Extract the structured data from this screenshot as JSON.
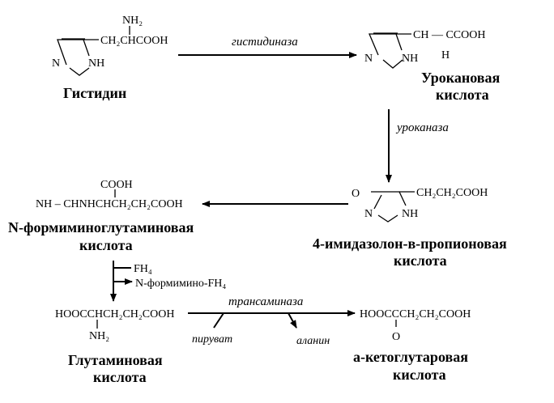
{
  "compounds": {
    "histidine": {
      "name": "Гистидин",
      "side_chain": "CH₂CHCOOH",
      "amino": "NH₂",
      "ring_n": "N",
      "ring_nh": "NH"
    },
    "urocanic": {
      "name_line1": "Урокановая",
      "name_line2": "кислота",
      "side_chain": "CH — CCOOH",
      "h": "H",
      "ring_n": "N",
      "ring_nh": "NH"
    },
    "imidazolone": {
      "name_line1": "4-имидазолон-в-пропионовая",
      "name_line2": "кислота",
      "oxo": "O",
      "side_chain": "CH₂CH₂COOH",
      "ring_n": "N",
      "ring_nh": "NH"
    },
    "formimino": {
      "name_line1": "N-формиминоглутаминовая",
      "name_line2": "кислота",
      "formula": "NH – CHNHCHCH₂CH₂COOH",
      "cooh": "COOH"
    },
    "glutamic": {
      "name_line1": "Глутаминовая",
      "name_line2": "кислота",
      "formula": "HOOCCHCH₂CH₂COOH",
      "amino": "NH₂"
    },
    "ketoglutarate": {
      "name_line1": "а-кетоглутаровая",
      "name_line2": "кислота",
      "formula": "HOOCCCH₂CH₂COOH",
      "oxo": "O"
    }
  },
  "enzymes": {
    "histidase": "гистидиназа",
    "urocanase": "уроканаза",
    "transaminase": "трансаминаза"
  },
  "cofactors": {
    "fh4": "FH₄",
    "n_formimino_fh4": "N-формимино-FH₄",
    "pyruvate": "пируват",
    "alanine": "аланин"
  }
}
